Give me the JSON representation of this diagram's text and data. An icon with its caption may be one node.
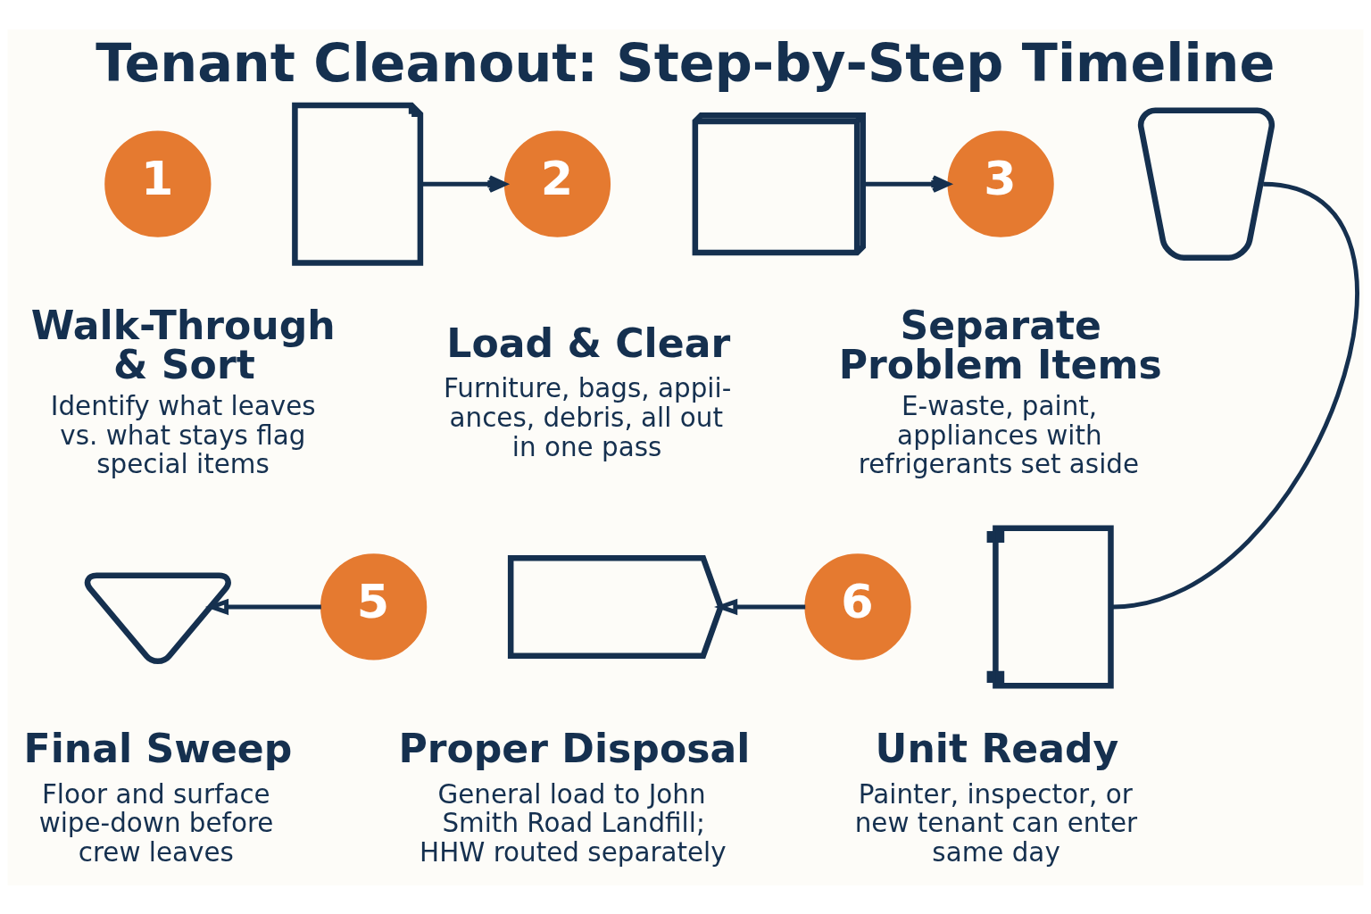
{
  "diagram": {
    "title": "Tenant Cleanout: Step-by-Step Timeline",
    "nodes": [
      {
        "text": [
          "1"
        ]
      },
      {
        "text": [],
        "shape": "picture"
      },
      {
        "text": [
          "Walk-Through & Sort",
          "Identify what leaves vs. what stays flag special items"
        ]
      },
      {
        "text": [
          "2"
        ]
      },
      {
        "text": [],
        "shape": "picture"
      },
      {
        "text": [
          "Load & Clear",
          "Furniture, bags, appii- ances, debris, all out in one pass"
        ]
      },
      {
        "text": [
          "3"
        ]
      },
      {
        "text": [],
        "shape": "picture"
      },
      {
        "text": [
          "Separate Problem Items",
          "E-waste, paint, appliances with refrigerants set aside"
        ]
      },
      {
        "text": [],
        "shape": "picture"
      },
      {
        "text": [
          "Final Sweep",
          "Floor and surface wipe-down before crew leaves"
        ]
      },
      {
        "text": [
          "5"
        ]
      },
      {
        "text": [],
        "shape": "picture"
      },
      {
        "text": [
          "Proper Disposal",
          "General load to John Smith Road Landfill; HHW routed separately"
        ]
      },
      {
        "text": [
          "6"
        ]
      },
      {
        "text": [],
        "shape": "picture"
      },
      {
        "text": [
          "Unit Ready",
          "Painter, inspector, or new tenant can enter same day"
        ]
      }
    ],
    "edges": [
      {
        "from": 1,
        "to": 3,
        "arrow": "to"
      },
      {
        "from": 4,
        "to": 6,
        "arrow": "to"
      },
      {
        "from": 7,
        "to": 15,
        "arrow": "none"
      },
      {
        "from": 14,
        "to": 12,
        "arrow": "to"
      },
      {
        "from": 11,
        "to": 9,
        "arrow": "to"
      }
    ]
  }
}
